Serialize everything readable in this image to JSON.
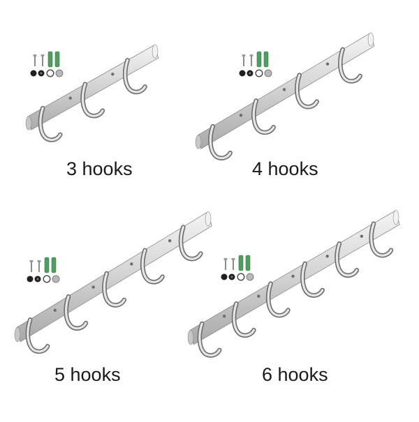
{
  "products": [
    {
      "count": 3,
      "label": "3 hooks"
    },
    {
      "count": 4,
      "label": "4 hooks"
    },
    {
      "count": 5,
      "label": "5 hooks"
    },
    {
      "count": 6,
      "label": "6 hooks"
    }
  ],
  "colors": {
    "background": "#ffffff",
    "steel_light": "#f2f2f2",
    "steel_mid": "#c7c7c7",
    "steel_dark": "#8a8a8a",
    "anchor_green": "#4f9e5f",
    "text": "#1a1a1a"
  }
}
